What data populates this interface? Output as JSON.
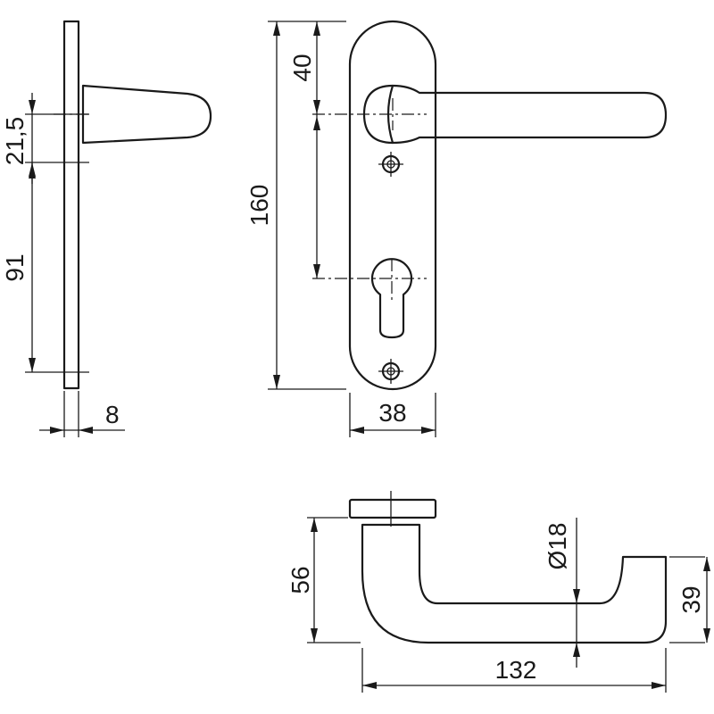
{
  "dimensions": {
    "side_height_upper": "21,5",
    "side_height_lower": "91",
    "side_thickness": "8",
    "plate_height": "160",
    "plate_spindle_offset": "40",
    "plate_width": "38",
    "lever_height": "56",
    "lever_diameter": "Ø18",
    "lever_tip_height": "39",
    "lever_length": "132"
  },
  "colors": {
    "line": "#1a1a1a",
    "background": "#ffffff"
  }
}
